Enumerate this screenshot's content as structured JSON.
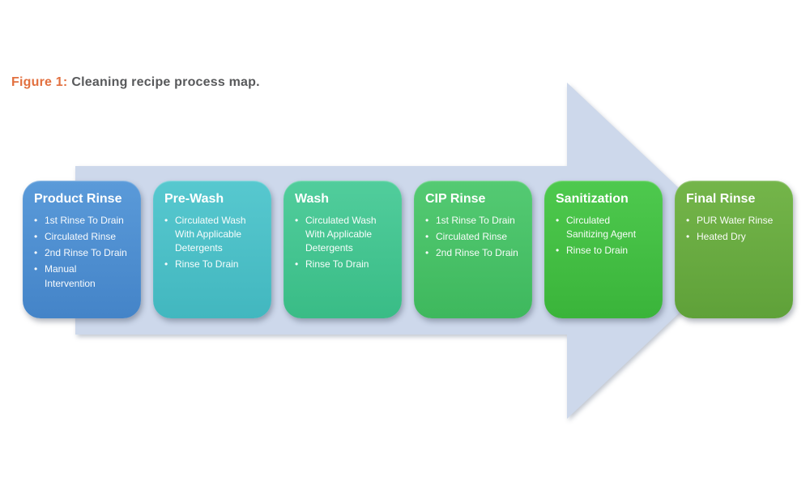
{
  "figure": {
    "label": "Figure 1:",
    "caption": "Cleaning recipe process map.",
    "label_color": "#E2703F",
    "caption_color": "#58595B"
  },
  "arrow": {
    "icon": "right-arrow-shape",
    "color": "#CDD8EB"
  },
  "steps": [
    {
      "title": "Product Rinse",
      "color_top": "#5A9AD9",
      "color_bottom": "#4484C8",
      "bullets": [
        "1st Rinse To Drain",
        "Circulated Rinse",
        "2nd Rinse To Drain",
        "Manual Intervention"
      ]
    },
    {
      "title": "Pre-Wash",
      "color_top": "#57C8CF",
      "color_bottom": "#42B7BF",
      "bullets": [
        "Circulated Wash With Applicable Detergents",
        "Rinse To Drain"
      ]
    },
    {
      "title": "Wash",
      "color_top": "#51CD9C",
      "color_bottom": "#39BC86",
      "bullets": [
        "Circulated Wash With Applicable Detergents",
        "Rinse To Drain"
      ]
    },
    {
      "title": "CIP Rinse",
      "color_top": "#54CA73",
      "color_bottom": "#3EB85D",
      "bullets": [
        "1st Rinse To Drain",
        "Circulated Rinse",
        "2nd Rinse To Drain"
      ]
    },
    {
      "title": "Sanitization",
      "color_top": "#4EC94E",
      "color_bottom": "#3AB43A",
      "bullets": [
        "Circulated Sanitizing Agent",
        "Rinse to Drain"
      ]
    },
    {
      "title": "Final Rinse",
      "color_top": "#74B54A",
      "color_bottom": "#5FA139",
      "bullets": [
        "PUR Water Rinse",
        "Heated Dry"
      ]
    }
  ]
}
